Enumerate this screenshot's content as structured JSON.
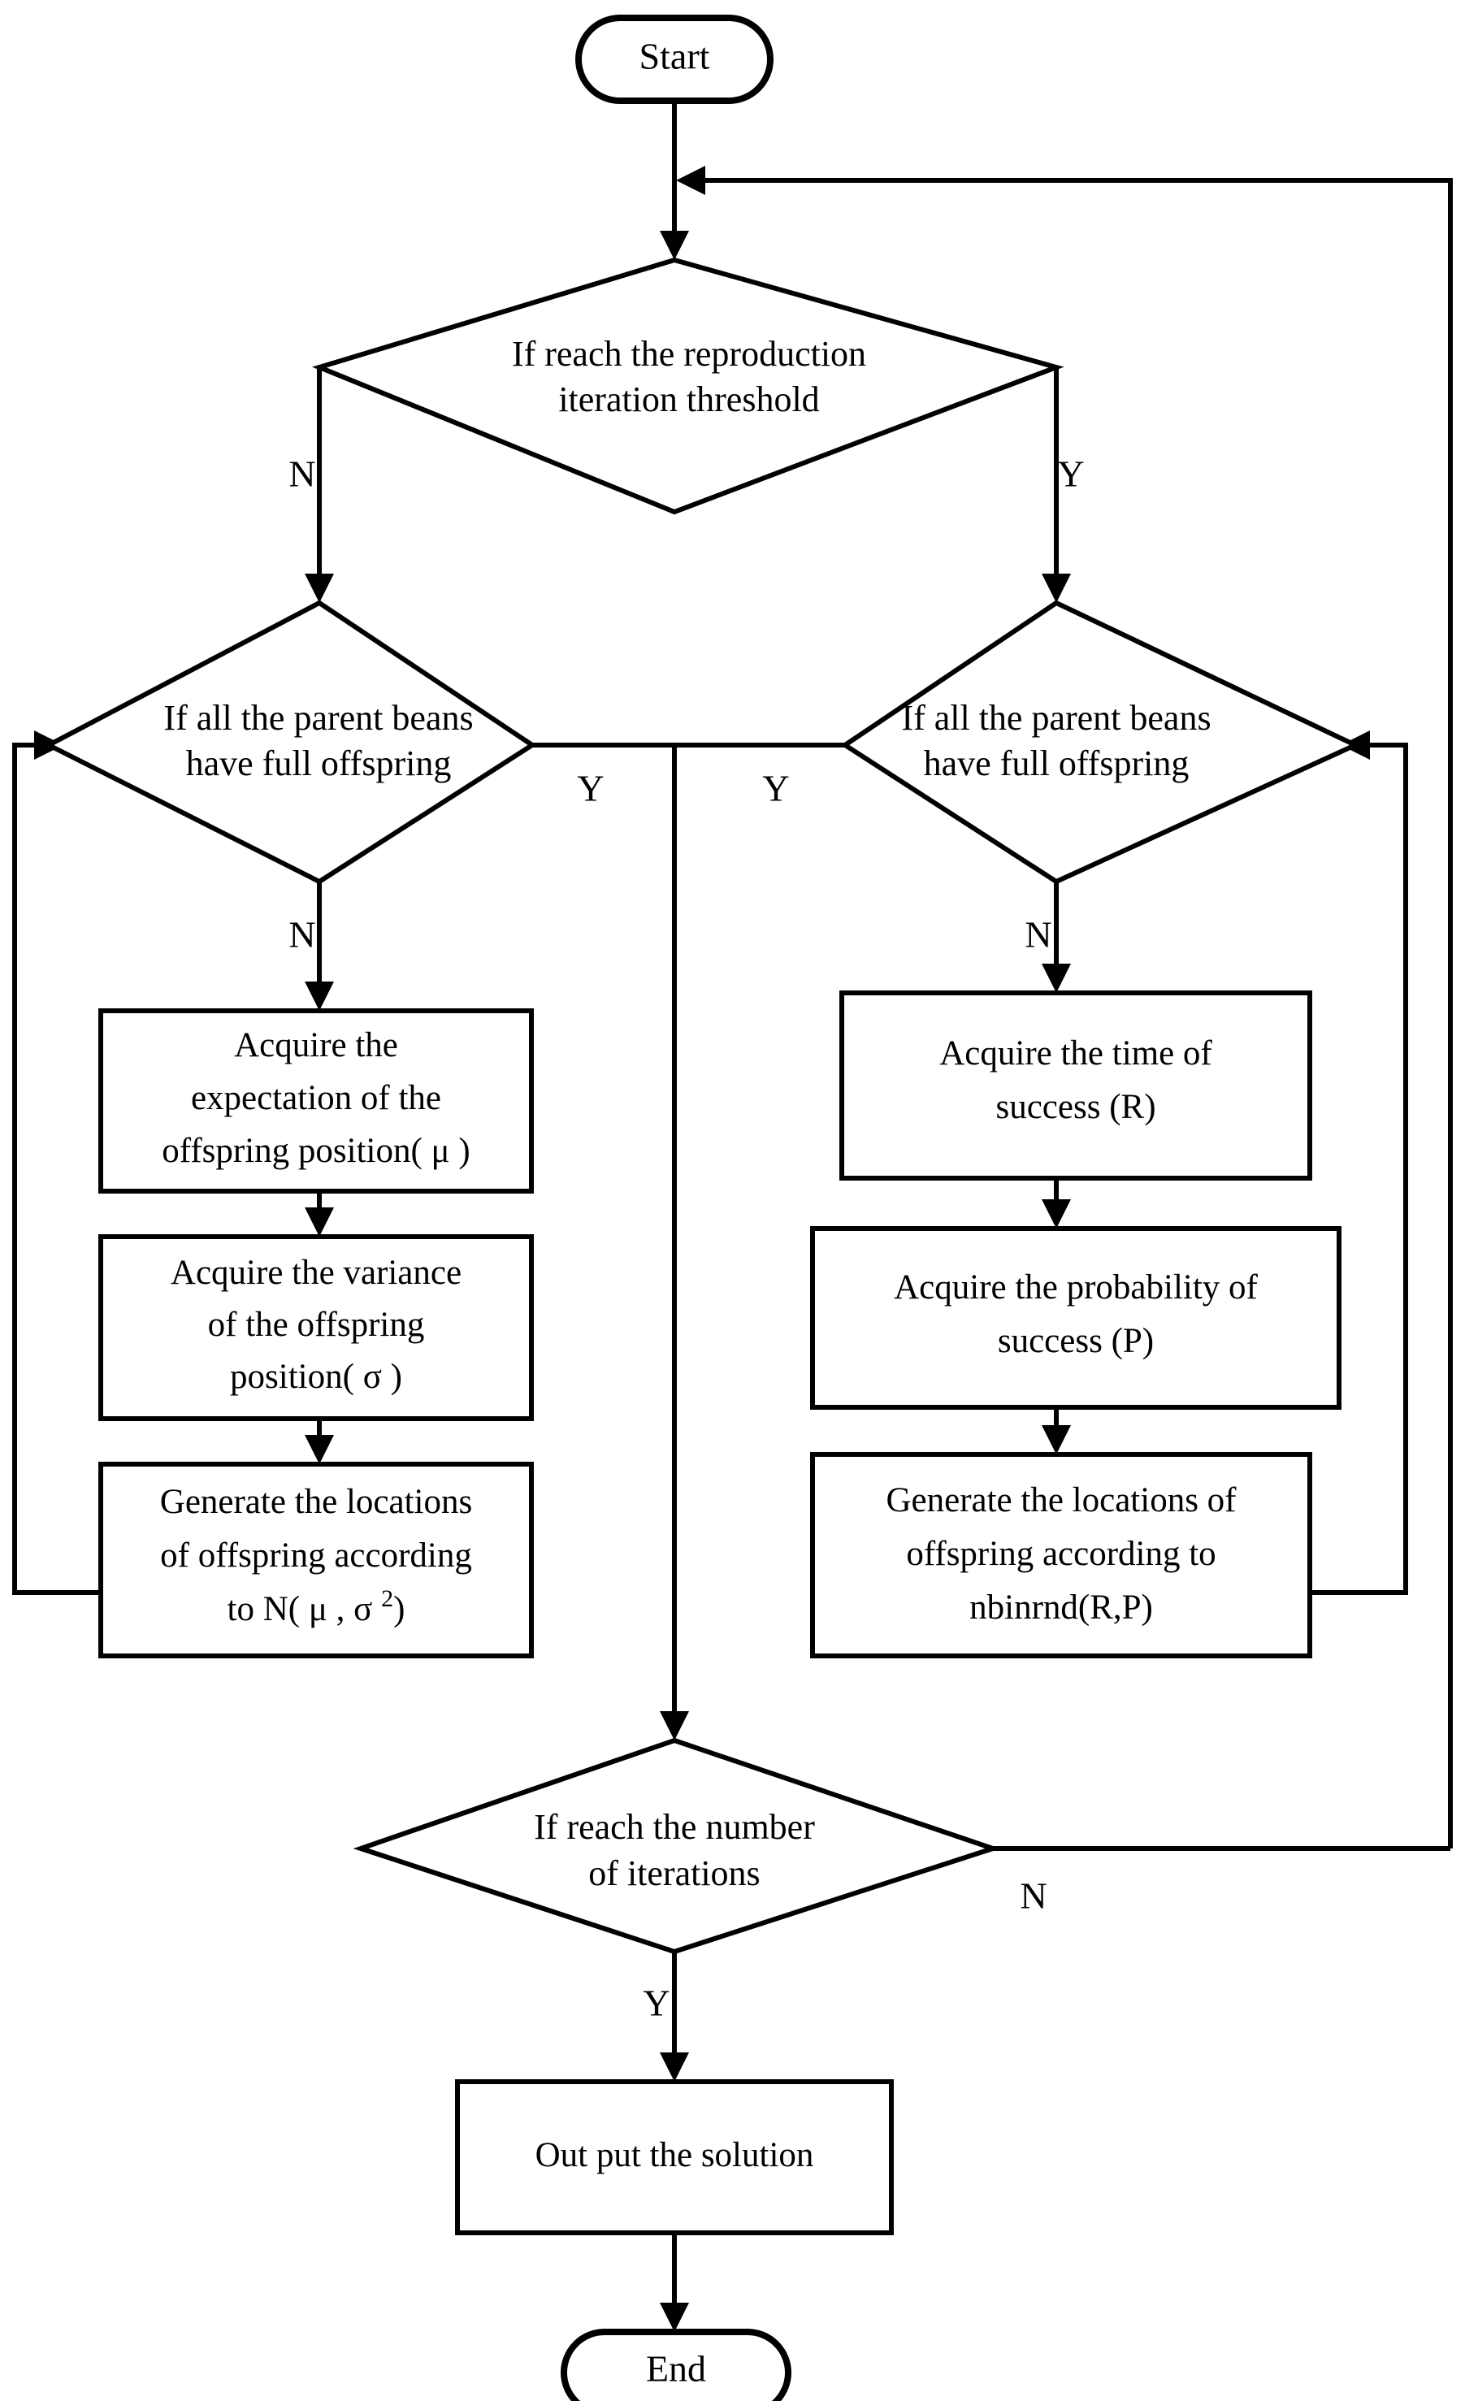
{
  "diagram": {
    "title_present": false,
    "stroke_color": "#000000",
    "fill_color": "#ffffff",
    "nodes": {
      "start": {
        "label": "Start",
        "type": "terminal"
      },
      "end": {
        "label": "End",
        "type": "terminal"
      },
      "decision_reproduction": {
        "line1": "If reach the reproduction",
        "line2": "iteration threshold",
        "type": "decision"
      },
      "decision_left_offspring": {
        "line1": "If all the parent beans",
        "line2": "have full offspring",
        "type": "decision"
      },
      "decision_right_offspring": {
        "line1": "If all the parent beans",
        "line2": "have full offspring",
        "type": "decision"
      },
      "decision_iterations": {
        "line1": "If reach the number",
        "line2": "of iterations",
        "type": "decision"
      },
      "proc_expectation": {
        "line1": "Acquire the",
        "line2": "expectation of the",
        "line3": "offspring position( μ )",
        "type": "process"
      },
      "proc_variance": {
        "line1": "Acquire the variance",
        "line2": "of the offspring",
        "line3": "position( σ )",
        "type": "process"
      },
      "proc_generate_normal": {
        "line1": "Generate the locations",
        "line2": "of offspring according",
        "line3_a": "to N( μ ,  σ ",
        "line3_sup": "2",
        "line3_b": ")",
        "type": "process"
      },
      "proc_time_success": {
        "line1": "Acquire the time of",
        "line2": "success (R)",
        "type": "process"
      },
      "proc_prob_success": {
        "line1": "Acquire the probability of",
        "line2": "success (P)",
        "type": "process"
      },
      "proc_generate_nbinrnd": {
        "line1": "Generate the locations of",
        "line2": "offspring according to",
        "line3": "nbinrnd(R,P)",
        "type": "process"
      },
      "proc_output": {
        "line1": "Out put the solution",
        "type": "process"
      }
    },
    "branch_labels": {
      "repro_no": "N",
      "repro_yes": "Y",
      "left_offspring_yes": "Y",
      "left_offspring_no": "N",
      "right_offspring_yes": "Y",
      "right_offspring_no": "N",
      "iterations_no": "N",
      "iterations_yes": "Y"
    }
  }
}
